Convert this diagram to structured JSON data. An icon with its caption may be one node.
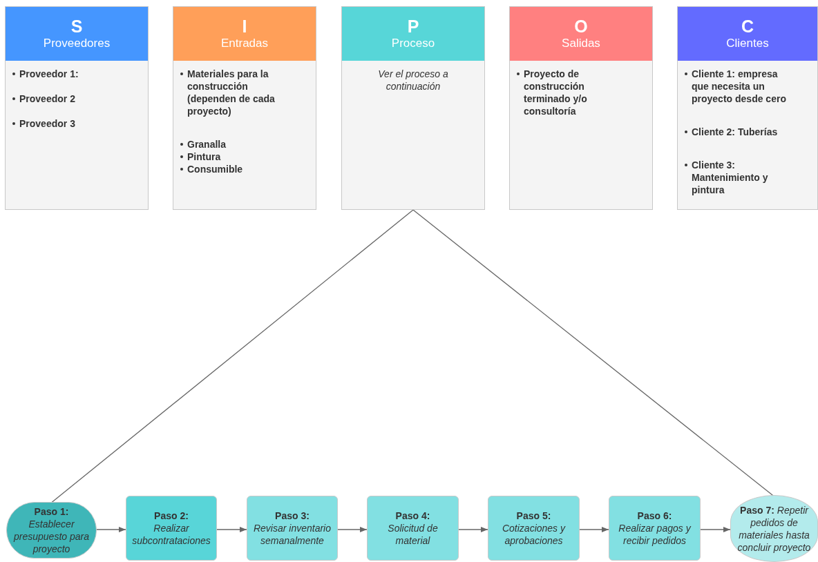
{
  "diagram": {
    "nodes": [
      {
        "text": [
          "S",
          "Proveedores",
          "Proveedor 1:",
          "Proveedor 2",
          "Proveedor 3"
        ]
      },
      {
        "text": [
          "I",
          "Entradas",
          "Materiales para la construcción (dependen de cada proyecto)",
          "Granalla",
          "Pintura",
          "Consumible"
        ]
      },
      {
        "text": [
          "P",
          "Proceso",
          "Ver el proceso a continuación"
        ]
      },
      {
        "text": [
          "O",
          "Salidas",
          "Proyecto de construcción terminado y/o consultoría"
        ]
      },
      {
        "text": [
          "C",
          "Clientes",
          "Cliente 1: empresa que necesita un proyecto desde cero",
          "Cliente 2: Tuberías",
          "Cliente 3: Mantenimiento y pintura"
        ]
      },
      {
        "text": [
          "Paso 1:",
          "Establecer presupuesto para proyecto"
        ]
      },
      {
        "text": [
          "Paso 2:",
          "Realizar subcontrataciones"
        ]
      },
      {
        "text": [
          "Paso 3:",
          "Revisar inventario semanalmente"
        ]
      },
      {
        "text": [
          "Paso 4:",
          "Solicitud de material"
        ]
      },
      {
        "text": [
          "Paso 5:",
          "Cotizaciones y aprobaciones"
        ]
      },
      {
        "text": [
          "Paso 6:",
          "Realizar pagos y recibir pedidos"
        ]
      },
      {
        "text": [
          "**Paso 7:** *Repetir pedidos de materiales hasta concluir proyecto*"
        ]
      }
    ],
    "edges": [
      {
        "from": 2,
        "to": 5,
        "arrow": "none"
      },
      {
        "from": 2,
        "to": 11,
        "arrow": "none"
      },
      {
        "from": 5,
        "to": 6,
        "arrow": "to"
      },
      {
        "from": 6,
        "to": 7,
        "arrow": "to"
      },
      {
        "from": 7,
        "to": 8,
        "arrow": "to"
      },
      {
        "from": 8,
        "to": 9,
        "arrow": "to"
      },
      {
        "from": 9,
        "to": 10,
        "arrow": "to"
      },
      {
        "from": 10,
        "to": 11,
        "arrow": "to"
      }
    ]
  }
}
